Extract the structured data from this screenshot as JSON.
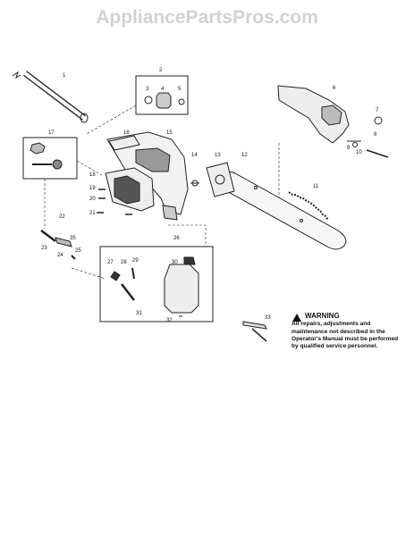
{
  "watermark": "AppliancePartsPros.com",
  "warning": {
    "heading": "WARNING",
    "body": "All repairs, adjustments and maintenance not described in the Operator's Manual must be performed by qualified service personnel."
  },
  "callouts": [
    {
      "id": "c1",
      "label": "1"
    },
    {
      "id": "c2",
      "label": "2"
    },
    {
      "id": "c3",
      "label": "3"
    },
    {
      "id": "c4",
      "label": "4"
    },
    {
      "id": "c5",
      "label": "5"
    },
    {
      "id": "c6",
      "label": "6"
    },
    {
      "id": "c7",
      "label": "7"
    },
    {
      "id": "c8",
      "label": "8"
    },
    {
      "id": "c9",
      "label": "9"
    },
    {
      "id": "c10",
      "label": "10"
    },
    {
      "id": "c11",
      "label": "11"
    },
    {
      "id": "c12",
      "label": "12"
    },
    {
      "id": "c13",
      "label": "13"
    },
    {
      "id": "c14",
      "label": "14"
    },
    {
      "id": "c15",
      "label": "15"
    },
    {
      "id": "c16",
      "label": "16"
    },
    {
      "id": "c17",
      "label": "17"
    },
    {
      "id": "c18",
      "label": "18"
    },
    {
      "id": "c19",
      "label": "19"
    },
    {
      "id": "c20",
      "label": "20"
    },
    {
      "id": "c21",
      "label": "21"
    },
    {
      "id": "c22",
      "label": "22"
    },
    {
      "id": "c23",
      "label": "23"
    },
    {
      "id": "c24",
      "label": "24"
    },
    {
      "id": "c25",
      "label": "25"
    },
    {
      "id": "c26",
      "label": "26"
    },
    {
      "id": "c27",
      "label": "27"
    },
    {
      "id": "c28",
      "label": "28"
    },
    {
      "id": "c29",
      "label": "29"
    },
    {
      "id": "c30",
      "label": "30"
    },
    {
      "id": "c31",
      "label": "31"
    },
    {
      "id": "c32",
      "label": "32"
    },
    {
      "id": "c33",
      "label": "33"
    },
    {
      "id": "c35",
      "label": "35"
    }
  ]
}
